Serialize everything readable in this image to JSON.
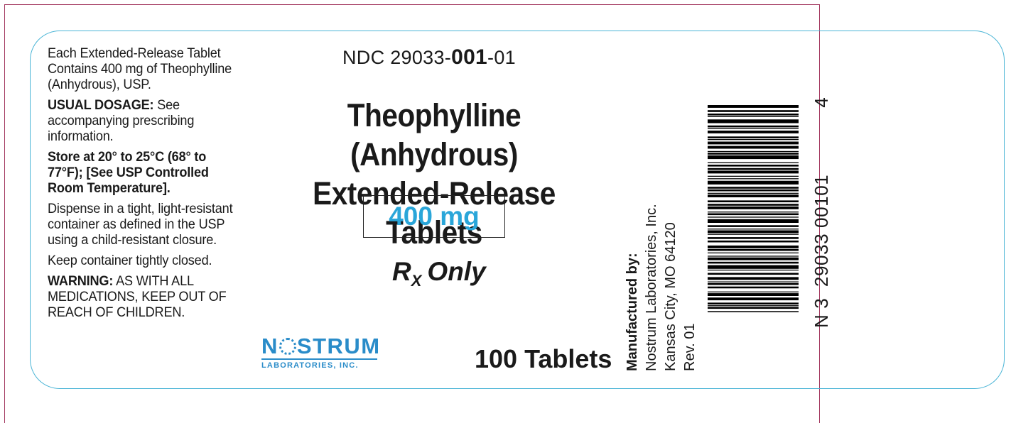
{
  "left_panel": {
    "contains": "Each Extended-Release Tablet Contains 400 mg of Theophylline (Anhydrous), USP.",
    "usual_dosage_label": "USUAL DOSAGE:",
    "usual_dosage_text": "See accompanying prescribing information.",
    "storage": "Store at 20° to 25°C (68° to 77°F); [See USP Controlled Room Temperature].",
    "dispense": "Dispense in a tight, light-resistant container as defined in the USP using a child-resistant closure.",
    "keep_closed": "Keep container tightly closed.",
    "warning_label": "WARNING:",
    "warning_text": "AS WITH ALL MEDICATIONS, KEEP OUT OF REACH OF CHILDREN."
  },
  "ndc": {
    "prefix": "NDC 29033-",
    "product": "001",
    "suffix": "-01"
  },
  "product": {
    "name_line1": "Theophylline (Anhydrous)",
    "name_line2": "Extended-Release Tablets",
    "strength": "400 mg",
    "rx_symbol": "R",
    "rx_sub": "X",
    "rx_only": "Only",
    "count": "100 Tablets"
  },
  "logo": {
    "n": "N",
    "rest": "STRUM",
    "subtitle": "LABORATORIES, INC."
  },
  "manufacturer": {
    "label": "Manufactured by:",
    "name": "Nostrum Laboratories, Inc.",
    "address": "Kansas City, MO 64120",
    "rev": "Rev. 01"
  },
  "barcode": {
    "left_digits": "N 3",
    "middle_digits": "29033 00101",
    "check_digit": "4"
  },
  "colors": {
    "accent_blue": "#2aa6d9",
    "logo_blue": "#2a8cc9",
    "outline_cyan": "#4bb5d6",
    "trim_magenta": "#a3385f"
  }
}
